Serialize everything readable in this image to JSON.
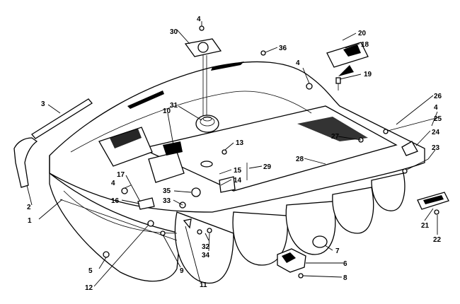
{
  "callouts": [
    {
      "id": "c1",
      "label": "1"
    },
    {
      "id": "c2",
      "label": "2"
    },
    {
      "id": "c3",
      "label": "3"
    },
    {
      "id": "c4a",
      "label": "4"
    },
    {
      "id": "c4b",
      "label": "4"
    },
    {
      "id": "c4c",
      "label": "4"
    },
    {
      "id": "c4d",
      "label": "4"
    },
    {
      "id": "c5",
      "label": "5"
    },
    {
      "id": "c6",
      "label": "6"
    },
    {
      "id": "c7",
      "label": "7"
    },
    {
      "id": "c8",
      "label": "8"
    },
    {
      "id": "c9",
      "label": "9"
    },
    {
      "id": "c10",
      "label": "10"
    },
    {
      "id": "c11",
      "label": "11"
    },
    {
      "id": "c12",
      "label": "12"
    },
    {
      "id": "c13",
      "label": "13"
    },
    {
      "id": "c14",
      "label": "14"
    },
    {
      "id": "c15",
      "label": "15"
    },
    {
      "id": "c16",
      "label": "16"
    },
    {
      "id": "c17",
      "label": "17"
    },
    {
      "id": "c18",
      "label": "18"
    },
    {
      "id": "c19",
      "label": "19"
    },
    {
      "id": "c20",
      "label": "20"
    },
    {
      "id": "c21",
      "label": "21"
    },
    {
      "id": "c22",
      "label": "22"
    },
    {
      "id": "c23",
      "label": "23"
    },
    {
      "id": "c24",
      "label": "24"
    },
    {
      "id": "c25",
      "label": "25"
    },
    {
      "id": "c26",
      "label": "26"
    },
    {
      "id": "c27",
      "label": "27"
    },
    {
      "id": "c28",
      "label": "28"
    },
    {
      "id": "c29",
      "label": "29"
    },
    {
      "id": "c30",
      "label": "30"
    },
    {
      "id": "c31",
      "label": "31"
    },
    {
      "id": "c32",
      "label": "32"
    },
    {
      "id": "c33",
      "label": "33"
    },
    {
      "id": "c34",
      "label": "34"
    },
    {
      "id": "c35",
      "label": "35"
    },
    {
      "id": "c36",
      "label": "36"
    }
  ]
}
